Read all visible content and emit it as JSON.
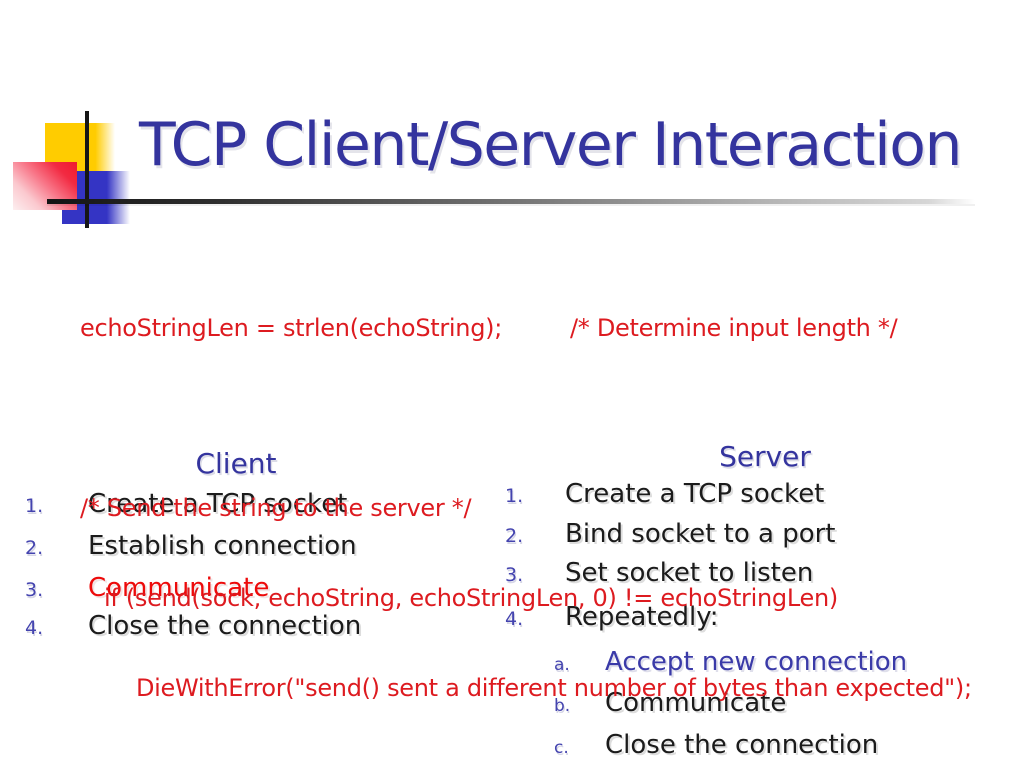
{
  "title": "TCP Client/Server Interaction",
  "code_block": {
    "line1_code": "echoStringLen = strlen(echoString);",
    "line1_comment": "/* Determine input length */",
    "line2": "/* Send the string to the server */",
    "line3": "if (send(sock, echoString, echoStringLen, 0) != echoStringLen)",
    "line4": "DieWithError(\"send() sent a different number of bytes than expected\");"
  },
  "client_list": {
    "heading": "Client",
    "items": [
      {
        "marker": "1.",
        "text": "Create a TCP socket"
      },
      {
        "marker": "2.",
        "text": "Establish connection"
      },
      {
        "marker": "3.",
        "text": "Communicate"
      },
      {
        "marker": "4.",
        "text": "Close the connection"
      }
    ]
  },
  "server_list": {
    "heading": "Server",
    "items": [
      {
        "marker": "1.",
        "text": "Create a TCP socket"
      },
      {
        "marker": "2.",
        "text": "Bind socket to a port"
      },
      {
        "marker": "3.",
        "text": "Set socket to listen"
      },
      {
        "marker": "4.",
        "text": "Repeatedly:"
      }
    ],
    "sub_items": [
      {
        "marker": "a.",
        "text": "Accept new connection"
      },
      {
        "marker": "b.",
        "text": "Communicate"
      },
      {
        "marker": "c.",
        "text": "Close the connection"
      }
    ]
  },
  "colors": {
    "background": "#FFFFFF",
    "title_indigo": "#34349E",
    "accent_blue": "#3A3AA8",
    "marker_violet": "#4444AF",
    "code_red": "#DD1B20",
    "highlight_red": "#ED0A0A",
    "body_black": "#1B1B1B",
    "square_yellow": "#FFCC00",
    "square_blue": "#3434C4",
    "square_red": "#EF1B2E"
  }
}
